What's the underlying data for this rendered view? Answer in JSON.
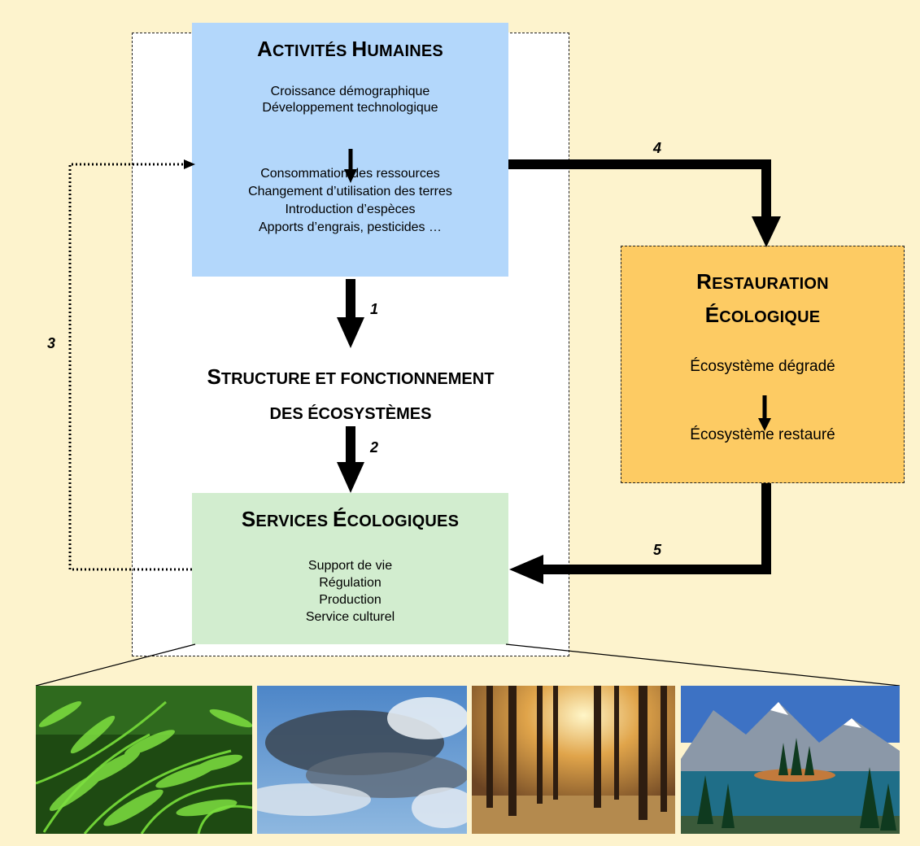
{
  "human_activities": {
    "title_cap_a": "A",
    "title_rest_a": "CTIVITÉS ",
    "title_cap_b": "H",
    "title_rest_b": "UMAINES",
    "drivers": [
      "Croissance démographique",
      "Développement technologique"
    ],
    "pressures": [
      "Consommation des ressources",
      "Changement d’utilisation des terres",
      "Introduction d’espèces",
      "Apports d’engrais, pesticides …"
    ]
  },
  "ecosystems": {
    "line1_cap_a": "S",
    "line1_rest_a": "TRUCTURE ET FONCTIONNEMENT",
    "line2_rest": "DES ÉCOSYSTÈMES"
  },
  "services": {
    "title_cap_a": "S",
    "title_rest_a": "ERVICES ",
    "title_cap_b": "É",
    "title_rest_b": "COLOGIQUES",
    "items": [
      "Support de vie",
      "Régulation",
      "Production",
      "Service culturel"
    ]
  },
  "restoration": {
    "title_cap_a": "R",
    "title_rest_a": "ESTAURATION",
    "title_cap_b": "É",
    "title_rest_b": "COLOGIQUE",
    "from": "Écosystème dégradé",
    "to": "Écosystème restauré"
  },
  "arrow_labels": {
    "a1": "1",
    "a2": "2",
    "a3": "3",
    "a4": "4",
    "a5": "5"
  },
  "photos": [
    "fern-photo",
    "sky-photo",
    "forest-photo",
    "lake-photo"
  ],
  "colors": {
    "background": "#fdf3cd",
    "human_box": "#b3d7fb",
    "services_box": "#d2edcf",
    "restoration_box": "#fdcb63"
  }
}
